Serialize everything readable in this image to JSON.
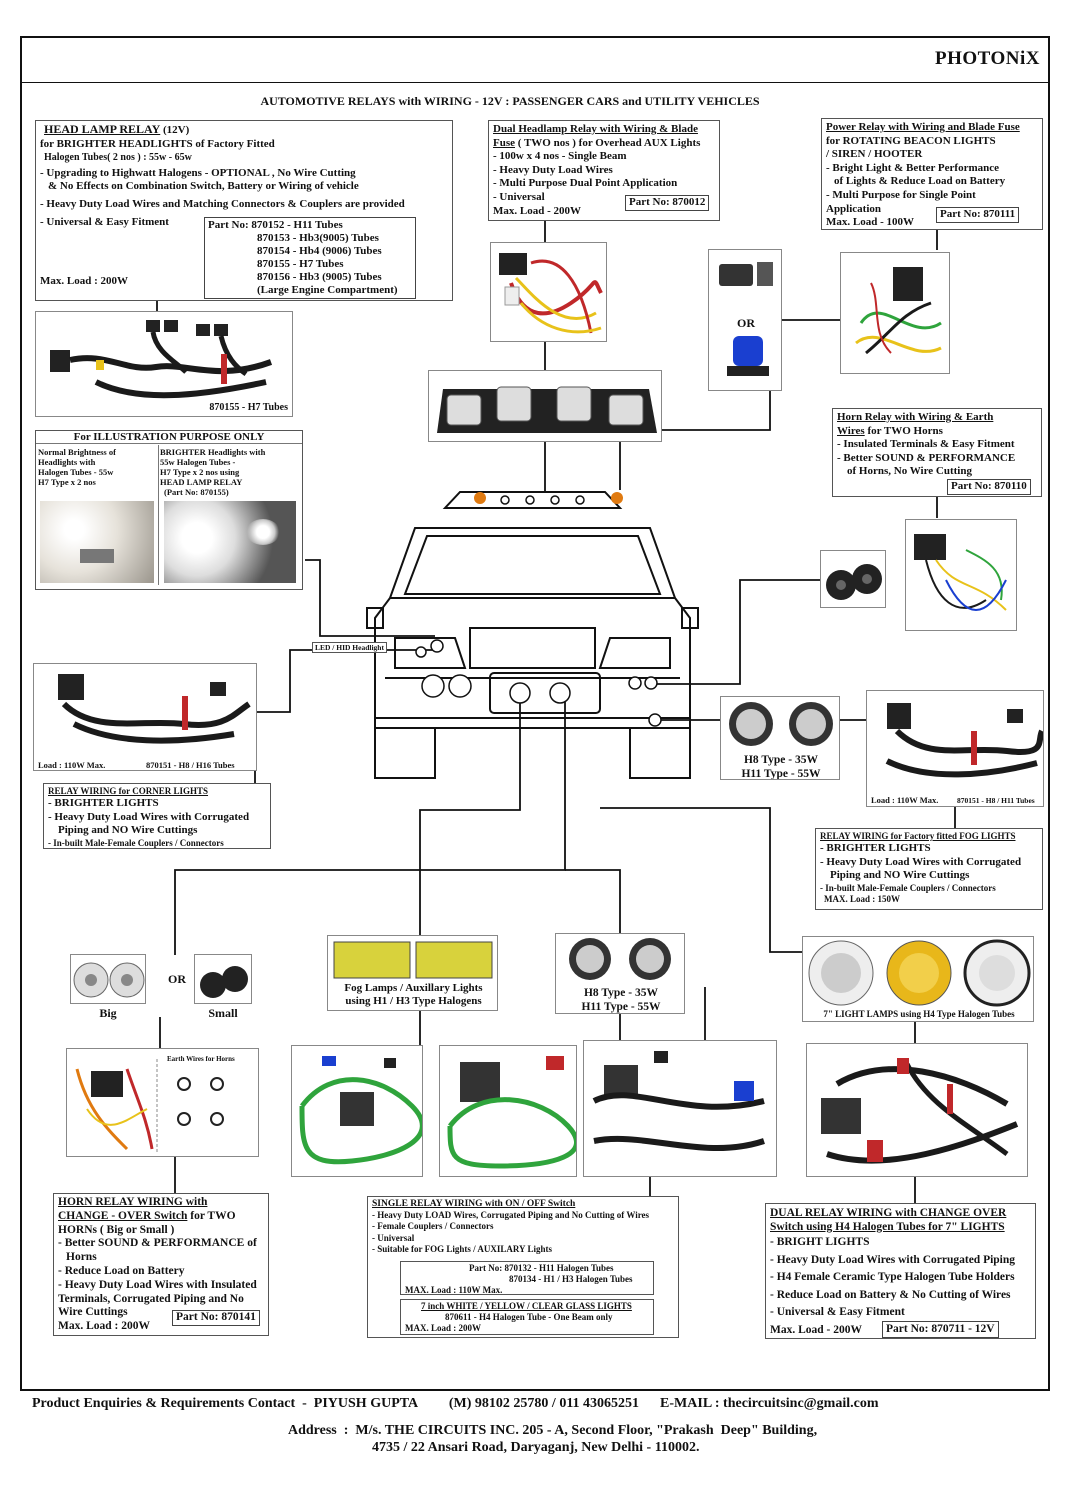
{
  "brand": "PHOTONiX",
  "title": "AUTOMOTIVE RELAYS with WIRING - 12V : PASSENGER CARS and UTILITY VEHICLES",
  "headlamp": {
    "heading": "HEAD LAMP RELAY",
    "heading_suffix": "(12V)",
    "line1": "for BRIGHTER HEADLIGHTS of  Factory Fitted",
    "line2": "Halogen Tubes( 2 nos ) : 55w - 65w",
    "line3": "- Upgrading to Highwatt Halogens - OPTIONAL , No Wire Cutting",
    "line4": "& No Effects on Combination Switch, Battery or Wiring of vehicle",
    "line5": "- Heavy Duty Load Wires and Matching Connectors & Couplers are provided",
    "line6": "- Universal & Easy Fitment",
    "max_load": "Max. Load : 200W",
    "parts": [
      "Part No: 870152 - H11 Tubes",
      "870153 - Hb3(9005) Tubes",
      "870154 - Hb4 (9006) Tubes",
      "870155 - H7 Tubes",
      "870156 - Hb3 (9005) Tubes",
      "(Large Engine Compartment)"
    ],
    "image_caption": "870155 - H7 Tubes"
  },
  "illustration": {
    "heading": "For ILLUSTRATION PURPOSE ONLY",
    "left": [
      "Normal Brightness of",
      "Headlights with",
      "Halogen Tubes - 55w",
      "H7 Type x 2 nos"
    ],
    "right": [
      "BRIGHTER Headlights with",
      "55w Halogen Tubes -",
      "H7 Type x 2 nos using",
      "HEAD LAMP RELAY",
      "(Part No: 870155)"
    ]
  },
  "dual_headlamp": {
    "heading1": "Dual Headlamp Relay with Wiring & Blade",
    "heading2": "Fuse",
    "heading2_rest": "( TWO nos ) for Overhead AUX Lights",
    "items": [
      "- 100w x 4 nos - Single Beam",
      "- Heavy Duty Load Wires",
      "- Multi Purpose Dual Point Application",
      "- Universal"
    ],
    "part": "Part No: 870012",
    "max_load": "Max. Load - 200W"
  },
  "power_relay": {
    "heading": "Power Relay with Wiring and Blade Fuse",
    "lines": [
      "for ROTATING BEACON LIGHTS",
      "/ SIREN / HOOTER",
      "- Bright Light & Better Performance",
      "of Lights & Reduce Load on Battery",
      "- Multi Purpose for Single Point",
      "Application"
    ],
    "part": "Part No: 870111",
    "max_load": "Max. Load - 100W",
    "or": "OR"
  },
  "horn_relay": {
    "heading1": "Horn Relay with Wiring & Earth",
    "heading2": "Wires",
    "heading2_rest": "for TWO Horns",
    "lines": [
      "- Insulated Terminals & Easy Fitment",
      "- Better SOUND & PERFORMANCE",
      "of Horns, No Wire Cutting"
    ],
    "part": "Part No: 870110"
  },
  "led_label": "LED / HID Headlight",
  "corner": {
    "load": "Load : 110W Max.",
    "part_caption": "870151 - H8 / H16 Tubes",
    "heading": "RELAY WIRING for CORNER LIGHTS",
    "lines": [
      "- BRIGHTER LIGHTS",
      "- Heavy Duty Load Wires with Corrugated",
      "Piping and NO Wire Cuttings",
      "-  In-built Male-Female Couplers / Connectors"
    ]
  },
  "fog_types": {
    "line1": "H8   Type - 35W",
    "line2": "H11 Type - 55W"
  },
  "factory_fog": {
    "load": "Load : 110W Max.",
    "part_caption": "870151 - H8 / H11 Tubes",
    "heading": "RELAY WIRING for Factory fitted FOG LIGHTS",
    "lines": [
      "- BRIGHTER LIGHTS",
      "- Heavy Duty Load Wires with Corrugated",
      "Piping and NO Wire Cuttings",
      "-  In-built Male-Female Couplers / Connectors"
    ],
    "max_load": "MAX. Load : 150W"
  },
  "horns": {
    "big": "Big",
    "or": "OR",
    "small": "Small",
    "earth_label": "Earth Wires for Horns"
  },
  "fog_lamps_caption": [
    "Fog Lamps / Auxillary Lights",
    "using H1 / H3 Type Halogens"
  ],
  "fog_types2": {
    "line1": "H8   Type - 35W",
    "line2": "H11 Type - 55W"
  },
  "lamps7_caption": "7\" LIGHT LAMPS using H4 Type Halogen Tubes",
  "horn_wiring": {
    "heading1": "HORN RELAY WIRING  with",
    "heading2": "CHANGE - OVER Switch",
    "heading2_rest": "for TWO",
    "lines": [
      "HORNs ( Big or Small )",
      "- Better SOUND & PERFORMANCE of",
      "Horns",
      "- Reduce Load on Battery",
      "- Heavy Duty Load Wires with Insulated",
      "Terminals, Corrugated Piping and No",
      "Wire Cuttings"
    ],
    "max_load": "Max. Load : 200W",
    "part": "Part No: 870141"
  },
  "single_relay": {
    "heading": "SINGLE RELAY WIRING with ON / OFF Switch",
    "lines": [
      "- Heavy Duty LOAD Wires, Corrugated Piping and No Cutting of Wires",
      "- Female Couplers / Connectors",
      "- Universal",
      "- Suitable for FOG Lights / AUXILARY Lights"
    ],
    "parts": [
      "Part No: 870132 - H11 Halogen Tubes",
      "870134 - H1 / H3 Halogen Tubes"
    ],
    "max_load": "MAX. Load : 110W Max.",
    "sub_heading": "7 inch WHITE / YELLOW / CLEAR GLASS LIGHTS",
    "sub_part": "870611 - H4 Halogen Tube - One Beam only",
    "sub_max": "MAX. Load : 200W"
  },
  "dual_relay": {
    "heading1": "DUAL RELAY WIRING with CHANGE OVER",
    "heading2": "Switch using H4 Halogen Tubes for 7\" LIGHTS",
    "lines": [
      "- BRIGHT LIGHTS",
      "- Heavy Duty Load Wires with Corrugated Piping",
      "- H4 Female Ceramic Type  Halogen Tube Holders",
      "- Reduce Load on Battery & No Cutting of Wires",
      "- Universal & Easy Fitment"
    ],
    "max_load": "Max. Load - 200W",
    "part": "Part No: 870711 - 12V"
  },
  "footer": {
    "contact": "Product Enquiries & Requirements Contact  -  PIYUSH GUPTA         (M) 98102 25780 / 011 43065251      E-MAIL : thecircuitsinc@gmail.com",
    "address1": "Address  :  M/s. THE CIRCUITS INC. 205 - A, Second Floor, \"Prakash  Deep\" Building,",
    "address2": "4735 / 22 Ansari Road, Daryaganj,  New Delhi - 110002."
  },
  "colors": {
    "wire_red": "#c0282a",
    "wire_yellow": "#e8c21a",
    "wire_green": "#2fa43c",
    "wire_black": "#1a1a1a",
    "beacon_blue": "#1a3fd0",
    "amber": "#e07a10"
  }
}
